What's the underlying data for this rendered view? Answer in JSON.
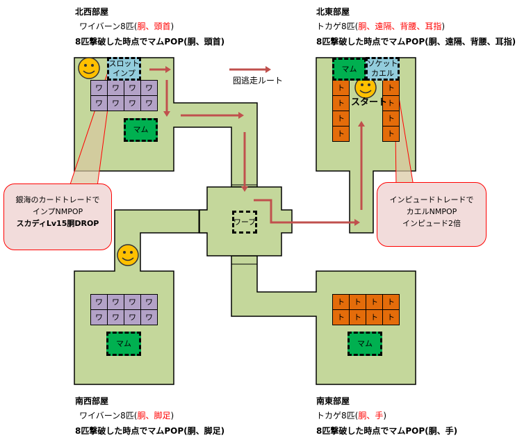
{
  "colors": {
    "floor": "#c4d79b",
    "wyvern": "#b3a2c7",
    "lizard": "#e46c0a",
    "mam": "#00b050",
    "special": "#93cddd",
    "arrow": "#c0504d",
    "bubble": "#f2dcdb",
    "bubble_border": "#ff0000",
    "smiley": "#ffc000"
  },
  "nw": {
    "title": "北西部屋",
    "line1_prefix": "ワイバーン8匹(",
    "line1_red": "胴、頭首",
    "line1_suffix": ")",
    "line2": "8匹撃破した時点でマムPOP(胴、頭首)"
  },
  "ne": {
    "title": "北東部屋",
    "line1_prefix": "トカゲ8匹(",
    "line1_red": "胴、遠隔、背腰、耳指",
    "line1_suffix": ")",
    "line2": "8匹撃破した時点でマムPOP(胴、遠隔、背腰、耳指)"
  },
  "sw": {
    "title": "南西部屋",
    "line1_prefix": "ワイバーン8匹(",
    "line1_red": "胴、脚足",
    "line1_suffix": ")",
    "line2": "8匹撃破した時点でマムPOP(胴、脚足)"
  },
  "se": {
    "title": "南東部屋",
    "line1_prefix": "トカゲ8匹(",
    "line1_red": "胴、手",
    "line1_suffix": ")",
    "line2": "8匹撃破した時点でマムPOP(胴、手)"
  },
  "map": {
    "wyvern": "ワ",
    "lizard": "ト",
    "mam": "マム",
    "slot_imp": "スロット\nインプ",
    "socket_frog": "ソケット\nカエル",
    "warp": "ワープ",
    "start": "スタート",
    "legend_route": "囮逃走ルート"
  },
  "callout_left": {
    "line1": "銀海のカードトレードで",
    "line2": "インプNMPOP",
    "line3": "スカディLv15胴DROP"
  },
  "callout_right": {
    "line1": "インピュードトレードで",
    "line2": "カエルNMPOP",
    "line3": "インピュード2倍"
  }
}
